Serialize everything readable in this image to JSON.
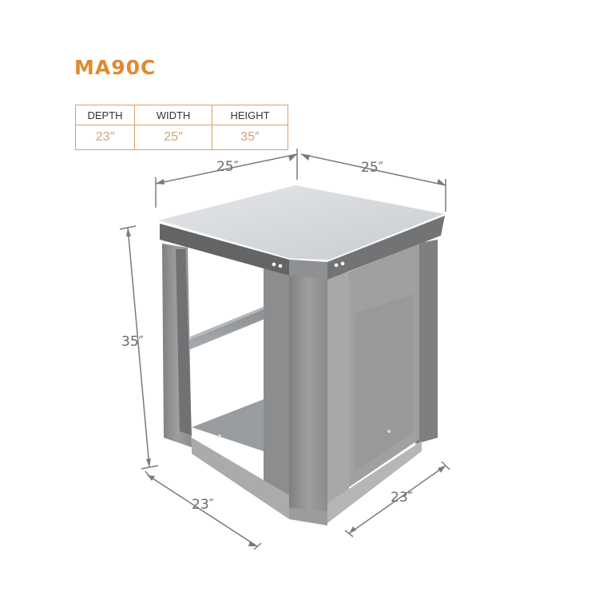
{
  "product": {
    "model": "MA90C"
  },
  "specs": {
    "headers": [
      "DEPTH",
      "WIDTH",
      "HEIGHT"
    ],
    "values": [
      "23″",
      "25″",
      "35″"
    ]
  },
  "dimensions": {
    "top_left": "25″",
    "top_right": "25″",
    "height": "35″",
    "bottom_left": "23″",
    "bottom_right": "23″"
  },
  "colors": {
    "title": "#e08a2c",
    "table_border": "#d9a06a",
    "dimension_line": "#7a7a7a"
  }
}
